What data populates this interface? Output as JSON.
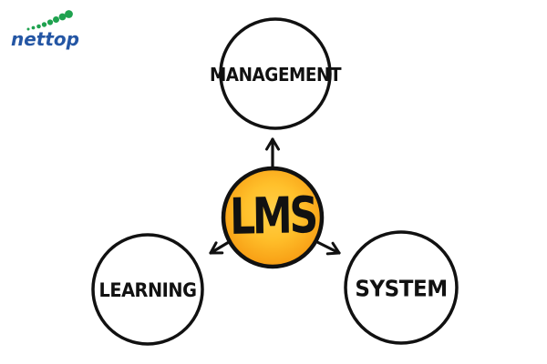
{
  "logo": {
    "brand": "nettop",
    "brand_color": "#2456A4",
    "dots_color": "#1FA24F",
    "dots_icon": "arc-of-green-dots"
  },
  "diagram": {
    "center_label": "LMS",
    "nodes": [
      {
        "label": "MANAGEMENT",
        "position": "top"
      },
      {
        "label": "LEARNING",
        "position": "bottom-left"
      },
      {
        "label": "SYSTEM",
        "position": "bottom-right"
      }
    ],
    "colors": {
      "node_fill": "#ffffff",
      "stroke": "#111111",
      "center_fill_inner": "#FFD04A",
      "center_fill_mid": "#FFC02B",
      "center_fill_outer": "#F6950E",
      "text": "#111111"
    }
  }
}
